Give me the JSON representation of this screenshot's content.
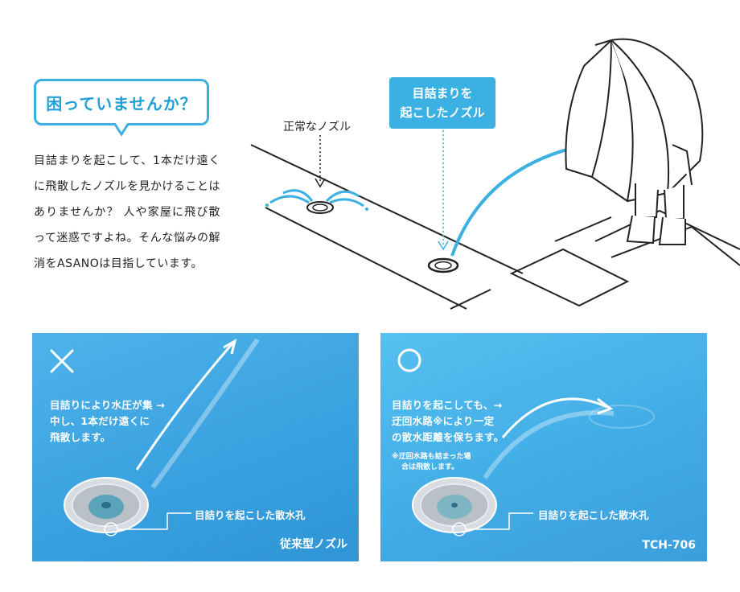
{
  "intro": {
    "bubble_title": "困っていませんか？",
    "body": "目詰まりを起こして、1本だけ遠くに飛散したノズルを見かけることはありませんか？ 人や家屋に飛び散って迷惑ですよね。そんな悩みの解消をASANOは目指しています。"
  },
  "top_scene": {
    "normal_label": "正常なノズル",
    "clogged_label_line1": "目詰まりを",
    "clogged_label_line2": "起こしたノズル"
  },
  "left_panel": {
    "mark": "cross",
    "text_line1": "目詰りにより水圧が集 →",
    "text_line2": "中し、1本だけ遠くに",
    "text_line3": "飛散します。",
    "hole_label": "目詰りを起こした散水孔",
    "caption": "従来型ノズル"
  },
  "right_panel": {
    "mark": "circle",
    "text_line1": "目詰りを起こしても、→",
    "text_line2": "迂回水路※により一定",
    "text_line3": "の散水距離を保ちます。",
    "note_line1": "※迂回水路も詰まった場",
    "note_line2": "合は飛散します。",
    "hole_label": "目詰りを起こした散水孔",
    "caption": "TCH-706"
  },
  "colors": {
    "accent": "#3bb0e3",
    "panel_left": "#3aa2e0",
    "panel_right": "#42ace6",
    "line": "#222222"
  }
}
